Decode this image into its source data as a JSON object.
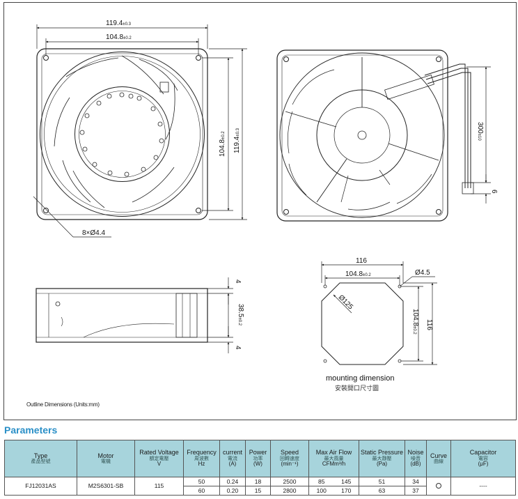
{
  "drawing": {
    "front": {
      "outer_width": "119.4",
      "outer_width_tol": "±0.3",
      "hole_spacing": "104.8",
      "hole_spacing_tol": "±0.2",
      "vert_spacing": "104.8",
      "vert_spacing_tol": "±0.2",
      "vert_outer": "119.4",
      "vert_outer_tol": "±0.3",
      "holes_label": "8×Ø4.4"
    },
    "back": {
      "lead_length": "300",
      "lead_length_tol": "±10",
      "lead_strip": "6"
    },
    "side": {
      "flange_top": "4",
      "depth": "38.5",
      "depth_tol": "±0.2",
      "flange_bottom": "4"
    },
    "mounting": {
      "width": "116",
      "hole_spacing": "104.8",
      "hole_spacing_tol": "±0.2",
      "hole_diameter": "Ø4.5",
      "cutout_diameter": "Ø125",
      "vert_spacing": "104.8",
      "vert_spacing_tol": "±0.2",
      "height": "116",
      "title_en": "mounting dimension",
      "title_zh": "安裝開口尺寸圖"
    },
    "outline_caption": "Outline Dimensions (Units:mm)"
  },
  "parameters": {
    "title": "Parameters",
    "headers": {
      "type": {
        "en": "Type",
        "zh": "產品型號"
      },
      "motor": {
        "en": "Motor",
        "zh": "電機"
      },
      "voltage": {
        "en": "Rated Voltage",
        "zh": "額定電壓",
        "unit": "V"
      },
      "frequency": {
        "en": "Frequency",
        "zh": "周波數",
        "unit": "Hz"
      },
      "current": {
        "en": "current",
        "zh": "電流",
        "unit": "(A)"
      },
      "power": {
        "en": "Power",
        "zh": "功率",
        "unit": "(W)"
      },
      "speed": {
        "en": "Speed",
        "zh": "回轉速度",
        "unit": "(min⁻¹)"
      },
      "airflow": {
        "en": "Max Air Flow",
        "zh": "最大風量",
        "unit_a": "CFM",
        "unit_b": "m³/h"
      },
      "pressure": {
        "en": "Static Pressure",
        "zh": "最大靜壓",
        "unit": "(Pa)"
      },
      "noise": {
        "en": "Noise",
        "zh": "噪音",
        "unit": "(dB)"
      },
      "curve": {
        "en": "Curve",
        "zh": "曲線"
      },
      "capacitor": {
        "en": "Capacitor",
        "zh": "電容",
        "unit": "(μF)"
      }
    },
    "rows": [
      {
        "type": "FJ12031AS",
        "motor": "M2S6301-SB",
        "voltage": "115",
        "frequency": "50",
        "current": "0.24",
        "power": "18",
        "speed": "2500",
        "cfm": "85",
        "m3h": "145",
        "pressure": "51",
        "noise": "34",
        "curve": "",
        "capacitor": "----"
      },
      {
        "type": "",
        "motor": "",
        "voltage": "",
        "frequency": "60",
        "current": "0.20",
        "power": "15",
        "speed": "2800",
        "cfm": "100",
        "m3h": "170",
        "pressure": "63",
        "noise": "37",
        "curve": "",
        "capacitor": ""
      }
    ]
  }
}
